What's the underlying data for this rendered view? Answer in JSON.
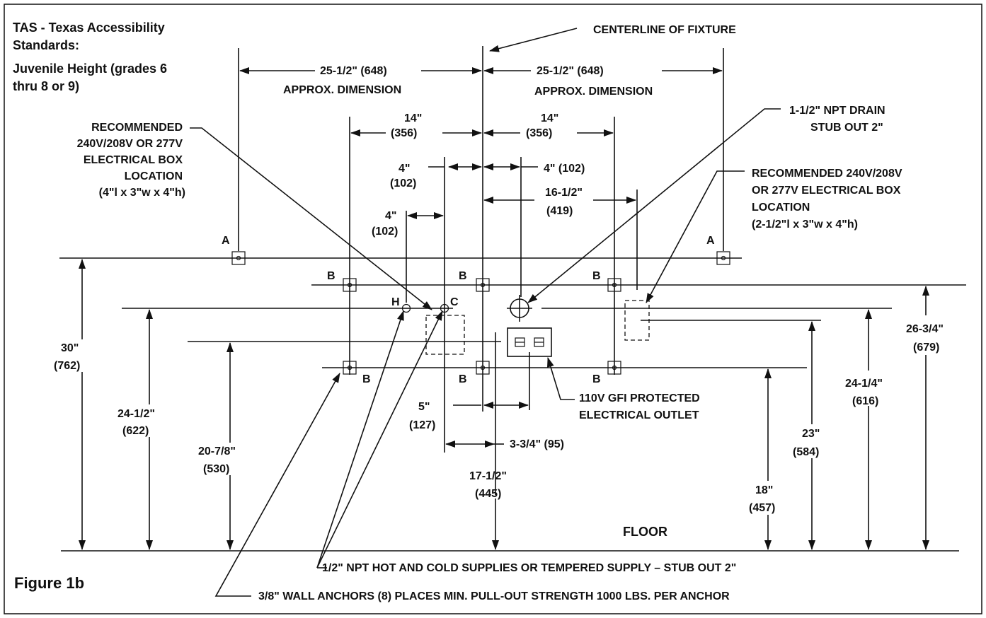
{
  "figure_label": "Figure 1b",
  "title": [
    "TAS - Texas Accessibility",
    "Standards:",
    "Juvenile Height (grades 6",
    "thru 8 or 9)"
  ],
  "centerline": "CENTERLINE OF FIXTURE",
  "floor": "FLOOR",
  "dimensions": {
    "left_wide": "25-1/2\" (648)",
    "right_wide": "25-1/2\" (648)",
    "approx": "APPROX. DIMENSION",
    "fourteen_in": "14\"",
    "fourteen_mm": "(356)",
    "four_in": "4\"",
    "four_mm": "(102)",
    "four_right": "4\" (102)",
    "sixteen_in": "16-1/2\"",
    "sixteen_mm": "(419)",
    "five_in": "5\"",
    "five_mm": "(127)",
    "three_three_quarter": "3-3/4\" (95)",
    "seventeen_in": "17-1/2\"",
    "seventeen_mm": "(445)",
    "thirty_in": "30\"",
    "thirty_mm": "(762)",
    "twentyfour_half_in": "24-1/2\"",
    "twentyfour_half_mm": "(622)",
    "twenty_seveneighths_in": "20-7/8\"",
    "twenty_seveneighths_mm": "(530)",
    "eighteen_in": "18\"",
    "eighteen_mm": "(457)",
    "twentythree_in": "23\"",
    "twentythree_mm": "(584)",
    "twentyfour_quarter_in": "24-1/4\"",
    "twentyfour_quarter_mm": "(616)",
    "twentysix_in": "26-3/4\"",
    "twentysix_mm": "(679)"
  },
  "callouts": {
    "left_box": [
      "RECOMMENDED",
      "240V/208V OR 277V",
      "ELECTRICAL BOX",
      "LOCATION",
      "(4\"l x 3\"w x 4\"h)"
    ],
    "drain": [
      "1-1/2\" NPT DRAIN",
      "STUB OUT 2\""
    ],
    "right_box": [
      "RECOMMENDED 240V/208V",
      "OR 277V ELECTRICAL BOX",
      "LOCATION",
      "(2-1/2\"l x 3\"w x 4\"h)"
    ],
    "outlet": [
      "110V GFI PROTECTED",
      "ELECTRICAL OUTLET"
    ],
    "supplies": "1/2\" NPT HOT AND COLD SUPPLIES OR TEMPERED SUPPLY –  STUB OUT 2\"",
    "anchors": "3/8\" WALL ANCHORS (8) PLACES   MIN. PULL-OUT  STRENGTH 1000 LBS.  PER ANCHOR"
  },
  "markers": {
    "a": "A",
    "b": "B",
    "h": "H",
    "c": "C"
  }
}
